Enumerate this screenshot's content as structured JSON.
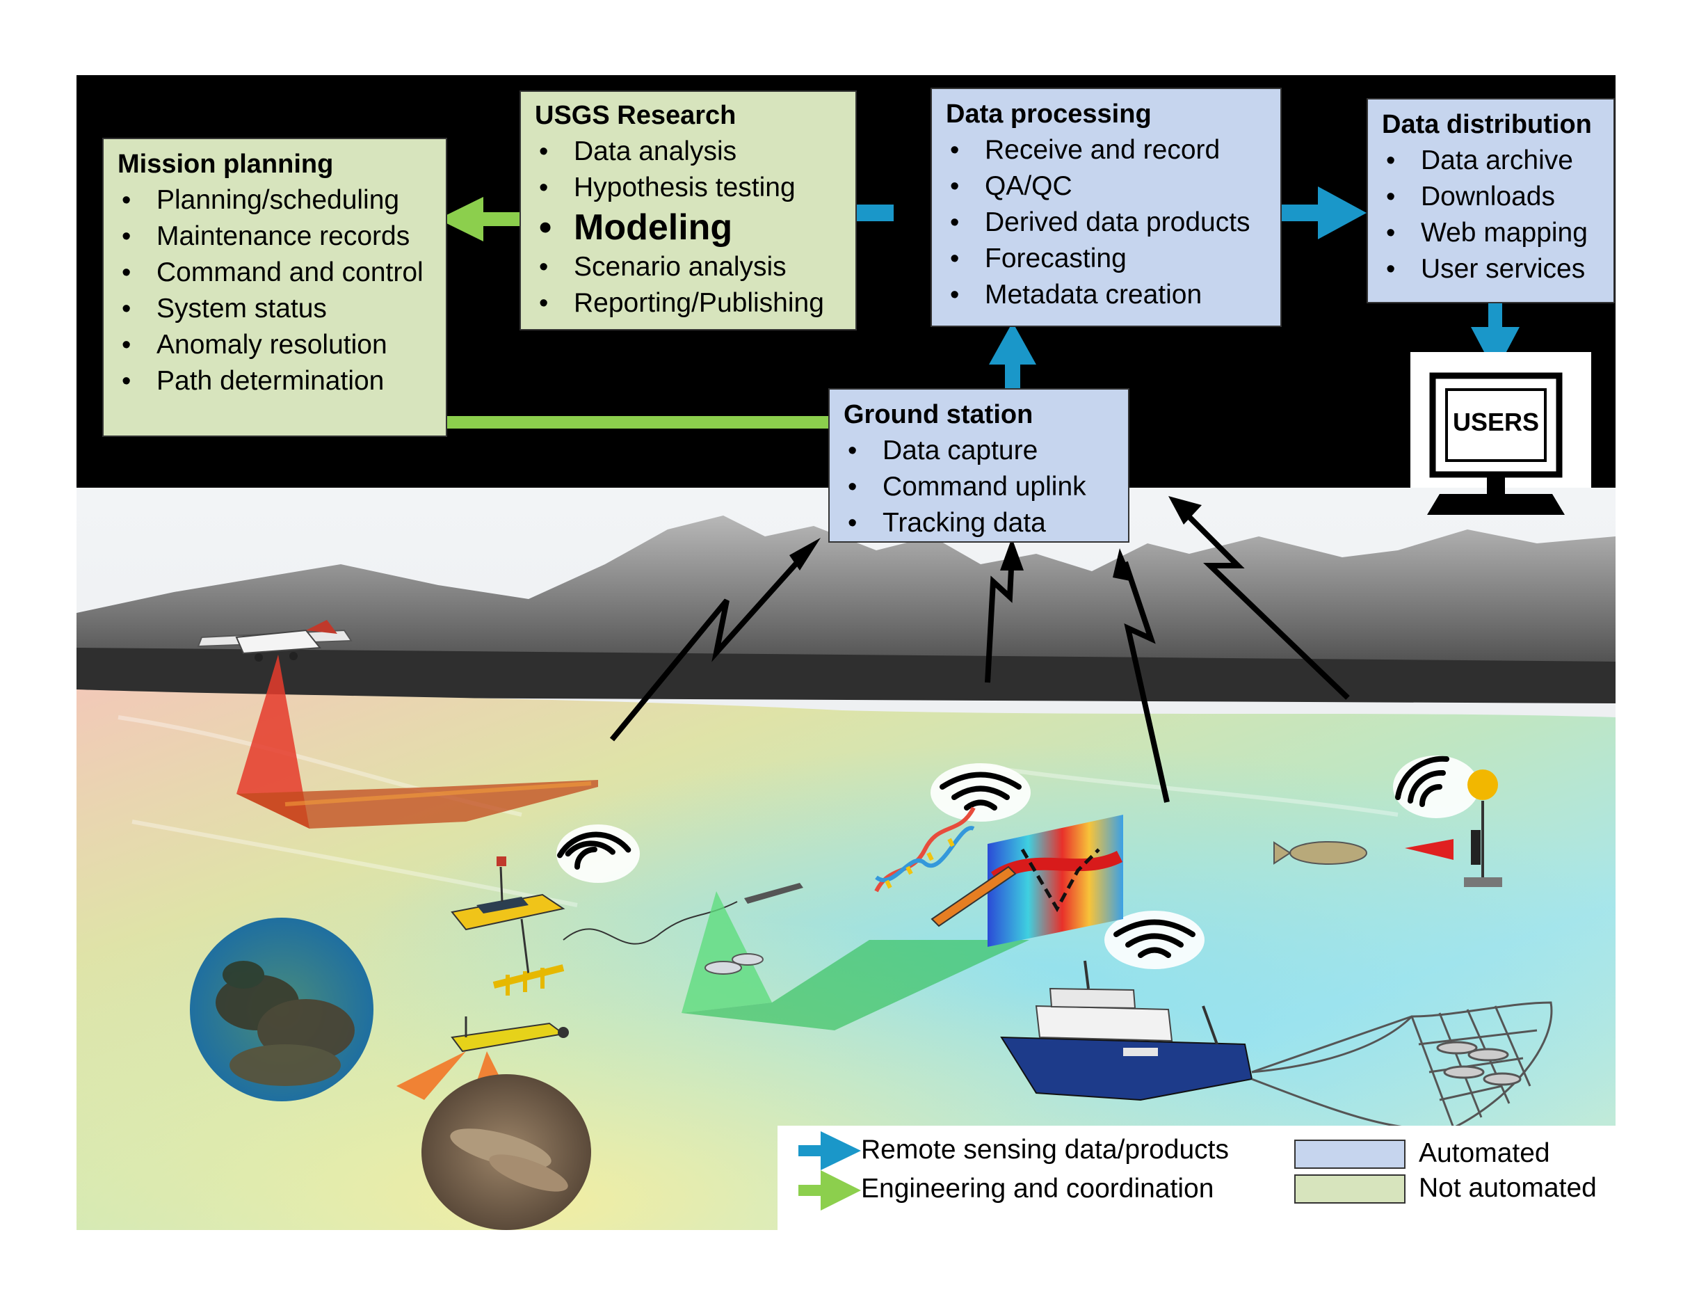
{
  "mission_planning": {
    "title": "Mission planning",
    "items": [
      "Planning/scheduling",
      "Maintenance records",
      "Command and control",
      "System status",
      "Anomaly resolution",
      "Path determination"
    ]
  },
  "usgs_research": {
    "title": "USGS Research",
    "items": [
      "Data analysis",
      "Hypothesis testing",
      "Modeling",
      "Scenario analysis",
      "Reporting/Publishing"
    ]
  },
  "data_processing": {
    "title": "Data processing",
    "items": [
      "Receive and record",
      "QA/QC",
      "Derived data products",
      "Forecasting",
      "Metadata creation"
    ]
  },
  "data_distribution": {
    "title": "Data distribution",
    "items": [
      "Data archive",
      "Downloads",
      "Web mapping",
      "User services"
    ]
  },
  "ground_station": {
    "title": "Ground station",
    "items": [
      "Data capture",
      "Command uplink",
      "Tracking data"
    ]
  },
  "users": {
    "label": "USERS"
  },
  "legend": {
    "remote_sensing": "Remote sensing data/products",
    "engineering": "Engineering and coordination",
    "automated": "Automated",
    "not_automated": "Not automated"
  },
  "colors": {
    "automated_fill": "#c6d5ee",
    "not_automated_fill": "#d7e4bd",
    "remote_sensing_arrow": "#1a97c9",
    "engineering_arrow": "#8ccf4d"
  },
  "icons": [
    "airplane-icon",
    "wireless-signal-icon",
    "autonomous-surface-vehicle-icon",
    "underwater-glider-icon",
    "auv-icon",
    "research-vessel-icon",
    "trawl-net-icon",
    "fish-icon",
    "buoy-icon",
    "dna-icon",
    "computer-monitor-icon"
  ]
}
